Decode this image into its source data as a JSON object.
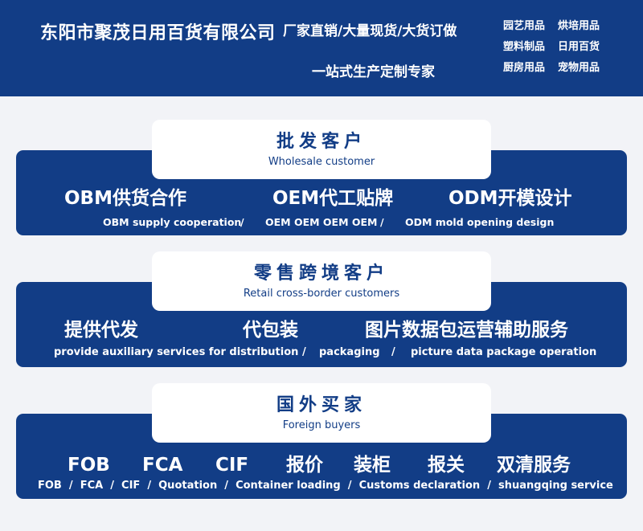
{
  "header": {
    "company": "东阳市聚茂日用百货有限公司",
    "slogan_line1": "厂家直销/大量现货/大货订做",
    "slogan_line2": "一站式生产定制专家",
    "products": [
      "园艺用品",
      "烘培用品",
      "塑料制品",
      "日用百货",
      "厨房用品",
      "宠物用品"
    ]
  },
  "wholesale": {
    "title_zh": "批发客户",
    "title_en": "Wholesale customer",
    "items": [
      "OBM供货合作",
      "OEM代工贴牌",
      "ODM开模设计"
    ],
    "subtitles": [
      "OBM supply cooperation",
      "/",
      "OEM OEM OEM OEM",
      "/",
      "ODM mold opening  design"
    ]
  },
  "retail": {
    "title_zh": "零售跨境客户",
    "title_en": "Retail cross-border customers",
    "items": [
      "提供代发",
      "代包装",
      "图片数据包运营辅助服务"
    ],
    "subtitles": [
      "provide auxiliary services for distribution",
      "/",
      "packaging",
      "/",
      "picture data package operation"
    ]
  },
  "foreign": {
    "title_zh": "国外买家",
    "title_en": "Foreign buyers",
    "items": [
      "FOB",
      "FCA",
      "CIF",
      "报价",
      "装柜",
      "报关",
      "双清服务"
    ],
    "subtitles": [
      "FOB  /  FCA  /  CIF  /  Quotation  /  Container loading  /  Customs declaration  /  shuangqing service"
    ]
  },
  "colors": {
    "brand_blue": "#123d86",
    "white": "#ffffff",
    "background": "#f2f3f7"
  }
}
